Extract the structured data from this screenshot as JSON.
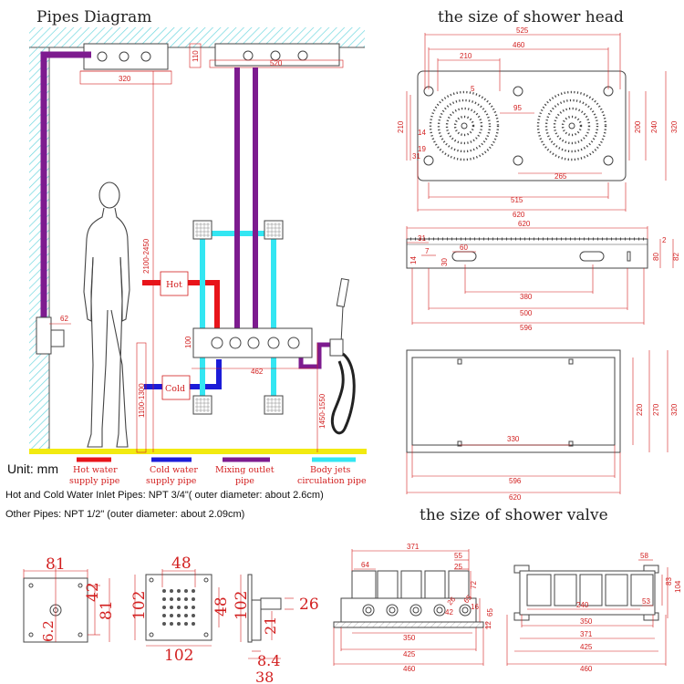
{
  "titles": {
    "pipes_diagram": "Pipes Diagram",
    "shower_head_size": "the size of shower head",
    "shower_valve_size": "the size of shower valve"
  },
  "legend": {
    "unit": "Unit: mm",
    "items": [
      {
        "line1": "Hot water",
        "line2": "supply pipe",
        "color": "#e8141a"
      },
      {
        "line1": "Cold water",
        "line2": "supply pipe",
        "color": "#1c1cd8"
      },
      {
        "line1": "Mixing outlet",
        "line2": "pipe",
        "color": "#7d1b8f"
      },
      {
        "line1": "Body jets",
        "line2": "circulation pipe",
        "color": "#33e6f2"
      }
    ]
  },
  "notes": {
    "inlet_pipes": "Hot and Cold Water Inlet Pipes: NPT 3/4\"( outer diameter: about 2.6cm)",
    "other_pipes": "Other Pipes: NPT 1/2\" (outer diameter: about 2.09cm)"
  },
  "pipes_diagram": {
    "labels": {
      "hot": "Hot",
      "cold": "Cold"
    },
    "dims": {
      "d320": "320",
      "d110": "110",
      "d520": "520",
      "d62": "62",
      "d2100_2450": "2100-2450",
      "d100": "100",
      "d462": "462",
      "d1100_1300": "1100-1300",
      "d1450_1550": "1450-1550"
    }
  },
  "shower_head": {
    "dims": {
      "d525": "525",
      "d460": "460",
      "d210": "210",
      "d5": "5",
      "d95": "95",
      "d210v": "210",
      "d14": "14",
      "d19": "19",
      "d31": "31",
      "d265": "265",
      "d200": "200",
      "d240": "240",
      "d320": "320",
      "d515": "515",
      "d620": "620"
    }
  },
  "shower_head_side": {
    "dims": {
      "d620": "620",
      "d31": "31",
      "d7": "7",
      "d14": "14",
      "d2": "2",
      "d60": "60",
      "d30": "30",
      "d80": "80",
      "d82": "82",
      "d380": "380",
      "d500": "500",
      "d596": "596"
    }
  },
  "shower_head_back": {
    "dims": {
      "d330": "330",
      "d220": "220",
      "d270": "270",
      "d320": "320",
      "d596": "596",
      "d620": "620"
    }
  },
  "body_jet_back": {
    "dims": {
      "d81": "81",
      "d42": "42",
      "d81v": "81",
      "d62": "6.2"
    }
  },
  "body_jet_front": {
    "dims": {
      "d48": "48",
      "d102": "102",
      "d48v": "48",
      "d102b": "102"
    }
  },
  "body_jet_side": {
    "dims": {
      "d102": "102",
      "d26": "26",
      "d21": "21",
      "d8_4": "8.4",
      "d38": "38"
    }
  },
  "valve_front": {
    "dims": {
      "d371": "371",
      "d64": "64",
      "d55": "55",
      "d25": "25",
      "d72": "72",
      "d65": "65",
      "d12": "12",
      "d26": "26",
      "d42": "42",
      "d65b": "65",
      "d16": "16",
      "d350": "350",
      "d425": "425",
      "d460": "460"
    }
  },
  "valve_top": {
    "dims": {
      "d58": "58",
      "d83": "83",
      "d104": "104",
      "d53": "53",
      "d240": "240",
      "d350": "350",
      "d371": "371",
      "d425": "425",
      "d460": "460"
    }
  }
}
